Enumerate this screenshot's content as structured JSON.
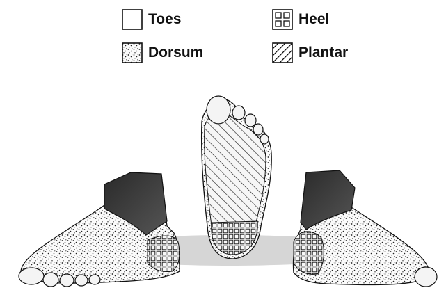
{
  "legend": {
    "items": [
      {
        "key": "toes",
        "label": "Toes",
        "pattern": "plain-white"
      },
      {
        "key": "heel",
        "label": "Heel",
        "pattern": "grid-squares"
      },
      {
        "key": "dorsum",
        "label": "Dorsum",
        "pattern": "stippled-dots"
      },
      {
        "key": "plantar",
        "label": "Plantar",
        "pattern": "diagonal-hatch"
      }
    ]
  },
  "colors": {
    "outline": "#111111",
    "skin_plain": "#f4f4f4",
    "ankle_cut": "#3a3a3a",
    "shadow": "#bdbdbd"
  }
}
